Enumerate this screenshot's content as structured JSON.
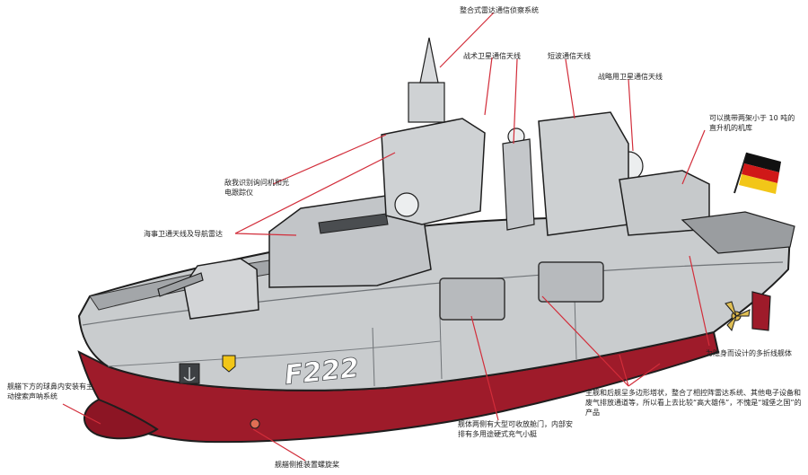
{
  "hull": {
    "number": "F222",
    "colors": {
      "upper": "#c9ccce",
      "lower": "#9e1b2a",
      "outline": "#1e1e1e",
      "flag_black": "#111111",
      "flag_red": "#d01818",
      "flag_gold": "#f2c618",
      "leader": "#d22d3a"
    }
  },
  "callouts": {
    "integrated_mast": "整合式雷达通信侦察系统",
    "tactical_satcom": "战术卫星通信天线",
    "shortwave": "短波通信天线",
    "strategic_satcom": "战略用卫星通信天线",
    "hangar": "可以携带两架小于 10 吨的直升机的机库",
    "iff_eo": "敌我识别询问机和光电跟踪仪",
    "maritime_nav": "海事卫通天线及导航雷达",
    "stealth_hull": "为隐身而设计的多折线舰体",
    "bulbous_bow": "舰艏下方的球鼻内安装有主动搜索声呐系统",
    "bow_thruster": "舰艏侧推装置螺旋桨",
    "side_doors": "舰体两侧有大型可收放舱门，内部安排有多用途硬式充气小艇",
    "superstructure": "主舰和后舰呈多边形塔状，整合了相控阵雷达系统、其他电子设备和废气排放通道等，所以看上去比较“高大雄伟”，不愧是“城堡之国”的产品"
  },
  "icons": [
    "eagle-crest-icon",
    "anchor-emblem-icon",
    "german-flag-icon",
    "propeller-icon",
    "bow-thruster-icon"
  ]
}
